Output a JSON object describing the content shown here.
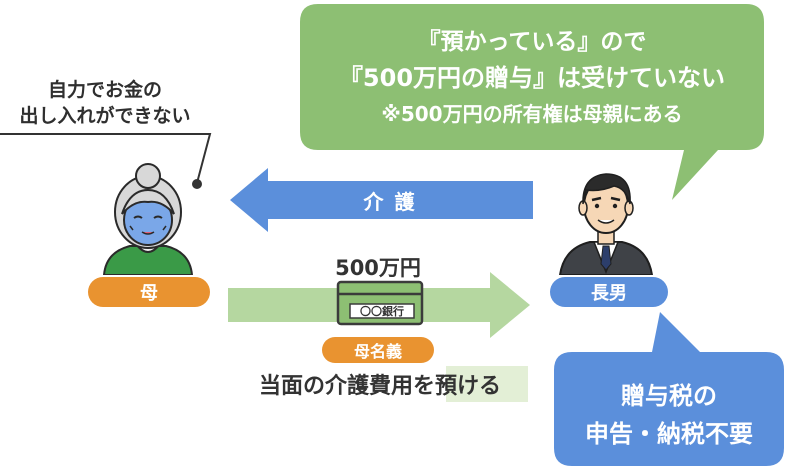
{
  "green_bubble": {
    "line1": "『預かっている』ので",
    "line2": "『500万円の贈与』は受けていない",
    "line3": "※500万円の所有権は母親にある",
    "color": "#8dbf73"
  },
  "mother_thought": {
    "line1": "自力でお金の",
    "line2": "出し入れができない"
  },
  "care_arrow": {
    "label": "介 護",
    "color": "#5b8fdb"
  },
  "money_arrow": {
    "color": "#b5d7a0"
  },
  "amount_label": "500万円",
  "passbook": {
    "bank_text": "〇〇銀行"
  },
  "holder_badge": {
    "label": "母名義",
    "color": "#e99330"
  },
  "purpose_text": "当面の介護費用を預ける",
  "mother_pill": {
    "label": "母",
    "color": "#e99330"
  },
  "son_pill": {
    "label": "長男",
    "color": "#5b8fdb"
  },
  "blue_box": {
    "line1": "贈与税の",
    "line2": "申告・納税不要",
    "color": "#5b8fdb"
  }
}
